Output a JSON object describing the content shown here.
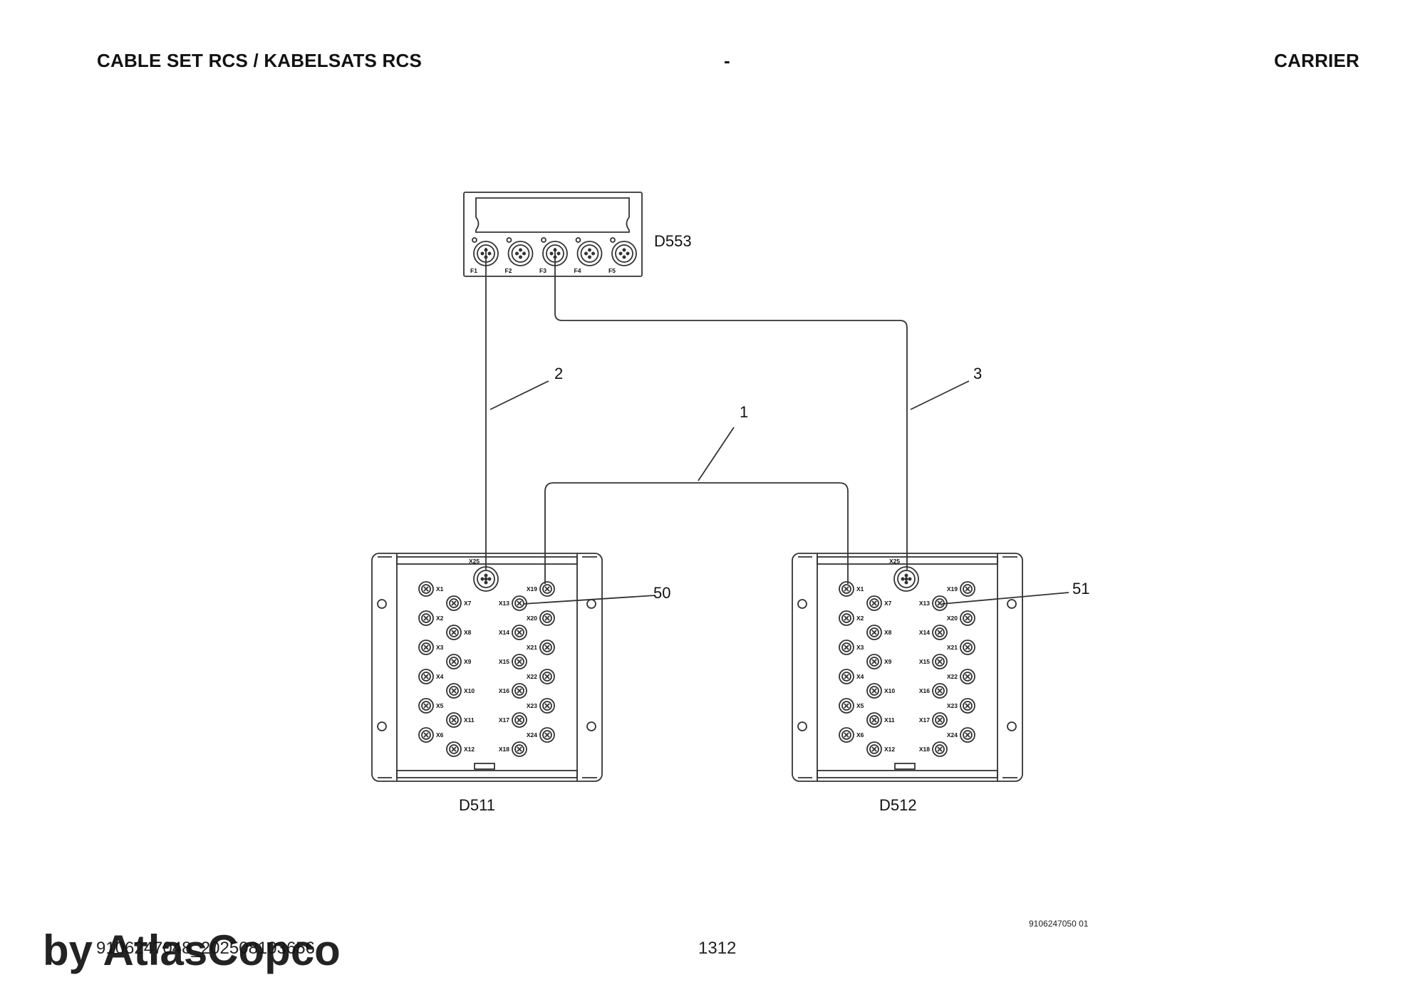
{
  "header": {
    "left": "CABLE SET RCS / KABELSATS RCS",
    "middle": "-",
    "right": "CARRIER"
  },
  "diagram": {
    "modules": {
      "d553": {
        "label": "D553",
        "ports": [
          "F1",
          "F2",
          "F3",
          "F4",
          "F5"
        ]
      },
      "d511": {
        "label": "D511",
        "main_port": "X25"
      },
      "d512": {
        "label": "D512",
        "main_port": "X25"
      }
    },
    "ports_left_col": [
      "X1",
      "X2",
      "X3",
      "X4",
      "X5",
      "X6"
    ],
    "ports_mid_col": [
      "X7",
      "X8",
      "X9",
      "X10",
      "X11",
      "X12"
    ],
    "ports_right_inner": [
      "X13",
      "X14",
      "X15",
      "X16",
      "X17",
      "X18"
    ],
    "ports_right_outer": [
      "X19",
      "X20",
      "X21",
      "X22",
      "X23",
      "X24"
    ],
    "callouts": {
      "cable_1": "1",
      "cable_2": "2",
      "cable_3": "3",
      "item_50": "50",
      "item_51": "51"
    }
  },
  "footer": {
    "doc_number": "9106247048_202508103656",
    "page": "1312",
    "drawing_ref": "9106247050 01",
    "watermark": "by AtlasCopco"
  }
}
